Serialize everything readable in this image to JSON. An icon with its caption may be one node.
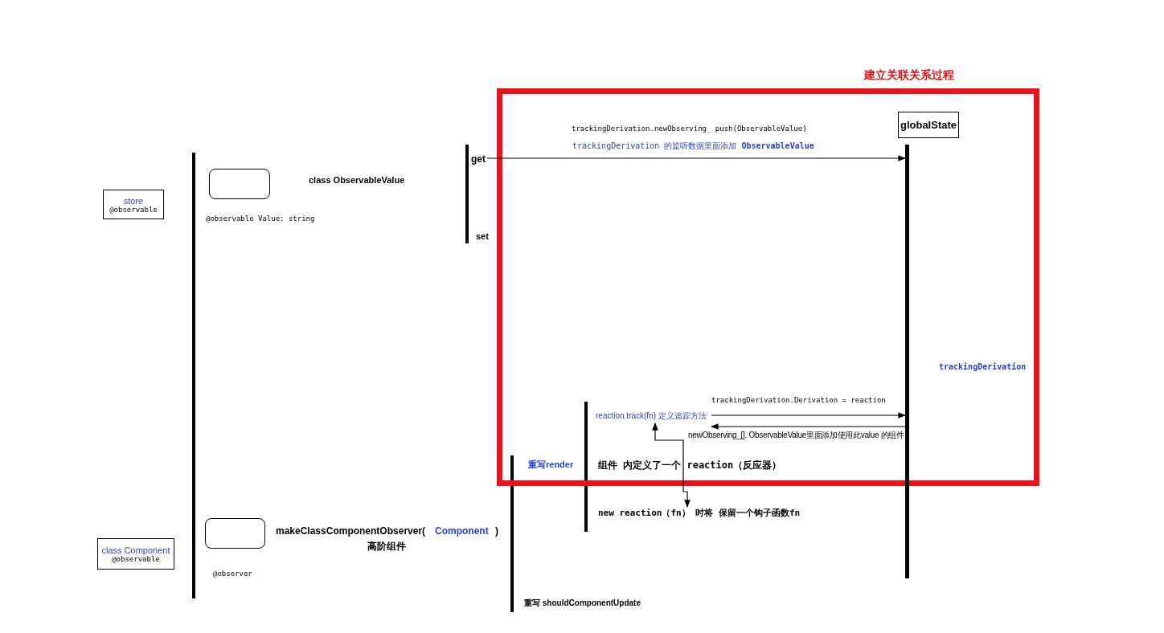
{
  "diagram": {
    "nodes": [
      {
        "text": [
          "建立关联关系过程"
        ]
      },
      {
        "text": [
          "store",
          "@observable"
        ]
      },
      {
        "text": [],
        "shape": "box",
        "beside": [
          "@observable Value: string"
        ]
      },
      {
        "text": [],
        "shape": "box",
        "beside": [
          "@observer"
        ]
      },
      {
        "text": [
          "class Component",
          "@observable"
        ]
      },
      {
        "text": [
          "globalState"
        ],
        "in": 0
      },
      {
        "text": [
          "get"
        ]
      },
      {
        "text": [],
        "shape": "bar",
        "beside": [
          "trackingDerivation"
        ]
      },
      {
        "text": [
          "reaction.track(fn) 定义追踪方法"
        ],
        "in": 0
      },
      {
        "text": [
          "组件 内定义了一个 reaction（反应器）"
        ],
        "in": 0
      },
      {
        "text": [
          "new reaction（fn） 时将 保留一个钩子函数fn"
        ]
      }
    ],
    "edges": [
      {
        "from": 6,
        "to": 7,
        "arrow": "to",
        "label": "trackingDerivation 的监听数据里面添加 **ObservableValue**"
      },
      {
        "from": 8,
        "to": 7,
        "arrow": "to",
        "label": "trackingDerivation.Derivation = reaction"
      },
      {
        "from": 7,
        "to": 8,
        "arrow": "to",
        "label": "newObserving_[]. ObservableValue里面添加使用此value 的组件"
      },
      {
        "from": 10,
        "to": 8,
        "arrow": "both"
      }
    ],
    "labels": [
      "trackingDerivation.newObserving_ push(ObservableValue)",
      "class ObservableValue",
      "set",
      "重写render",
      "makeClassComponentObserver(",
      "Component",
      ")",
      "高阶组件",
      "重写 shouldComponentUpdate"
    ]
  }
}
